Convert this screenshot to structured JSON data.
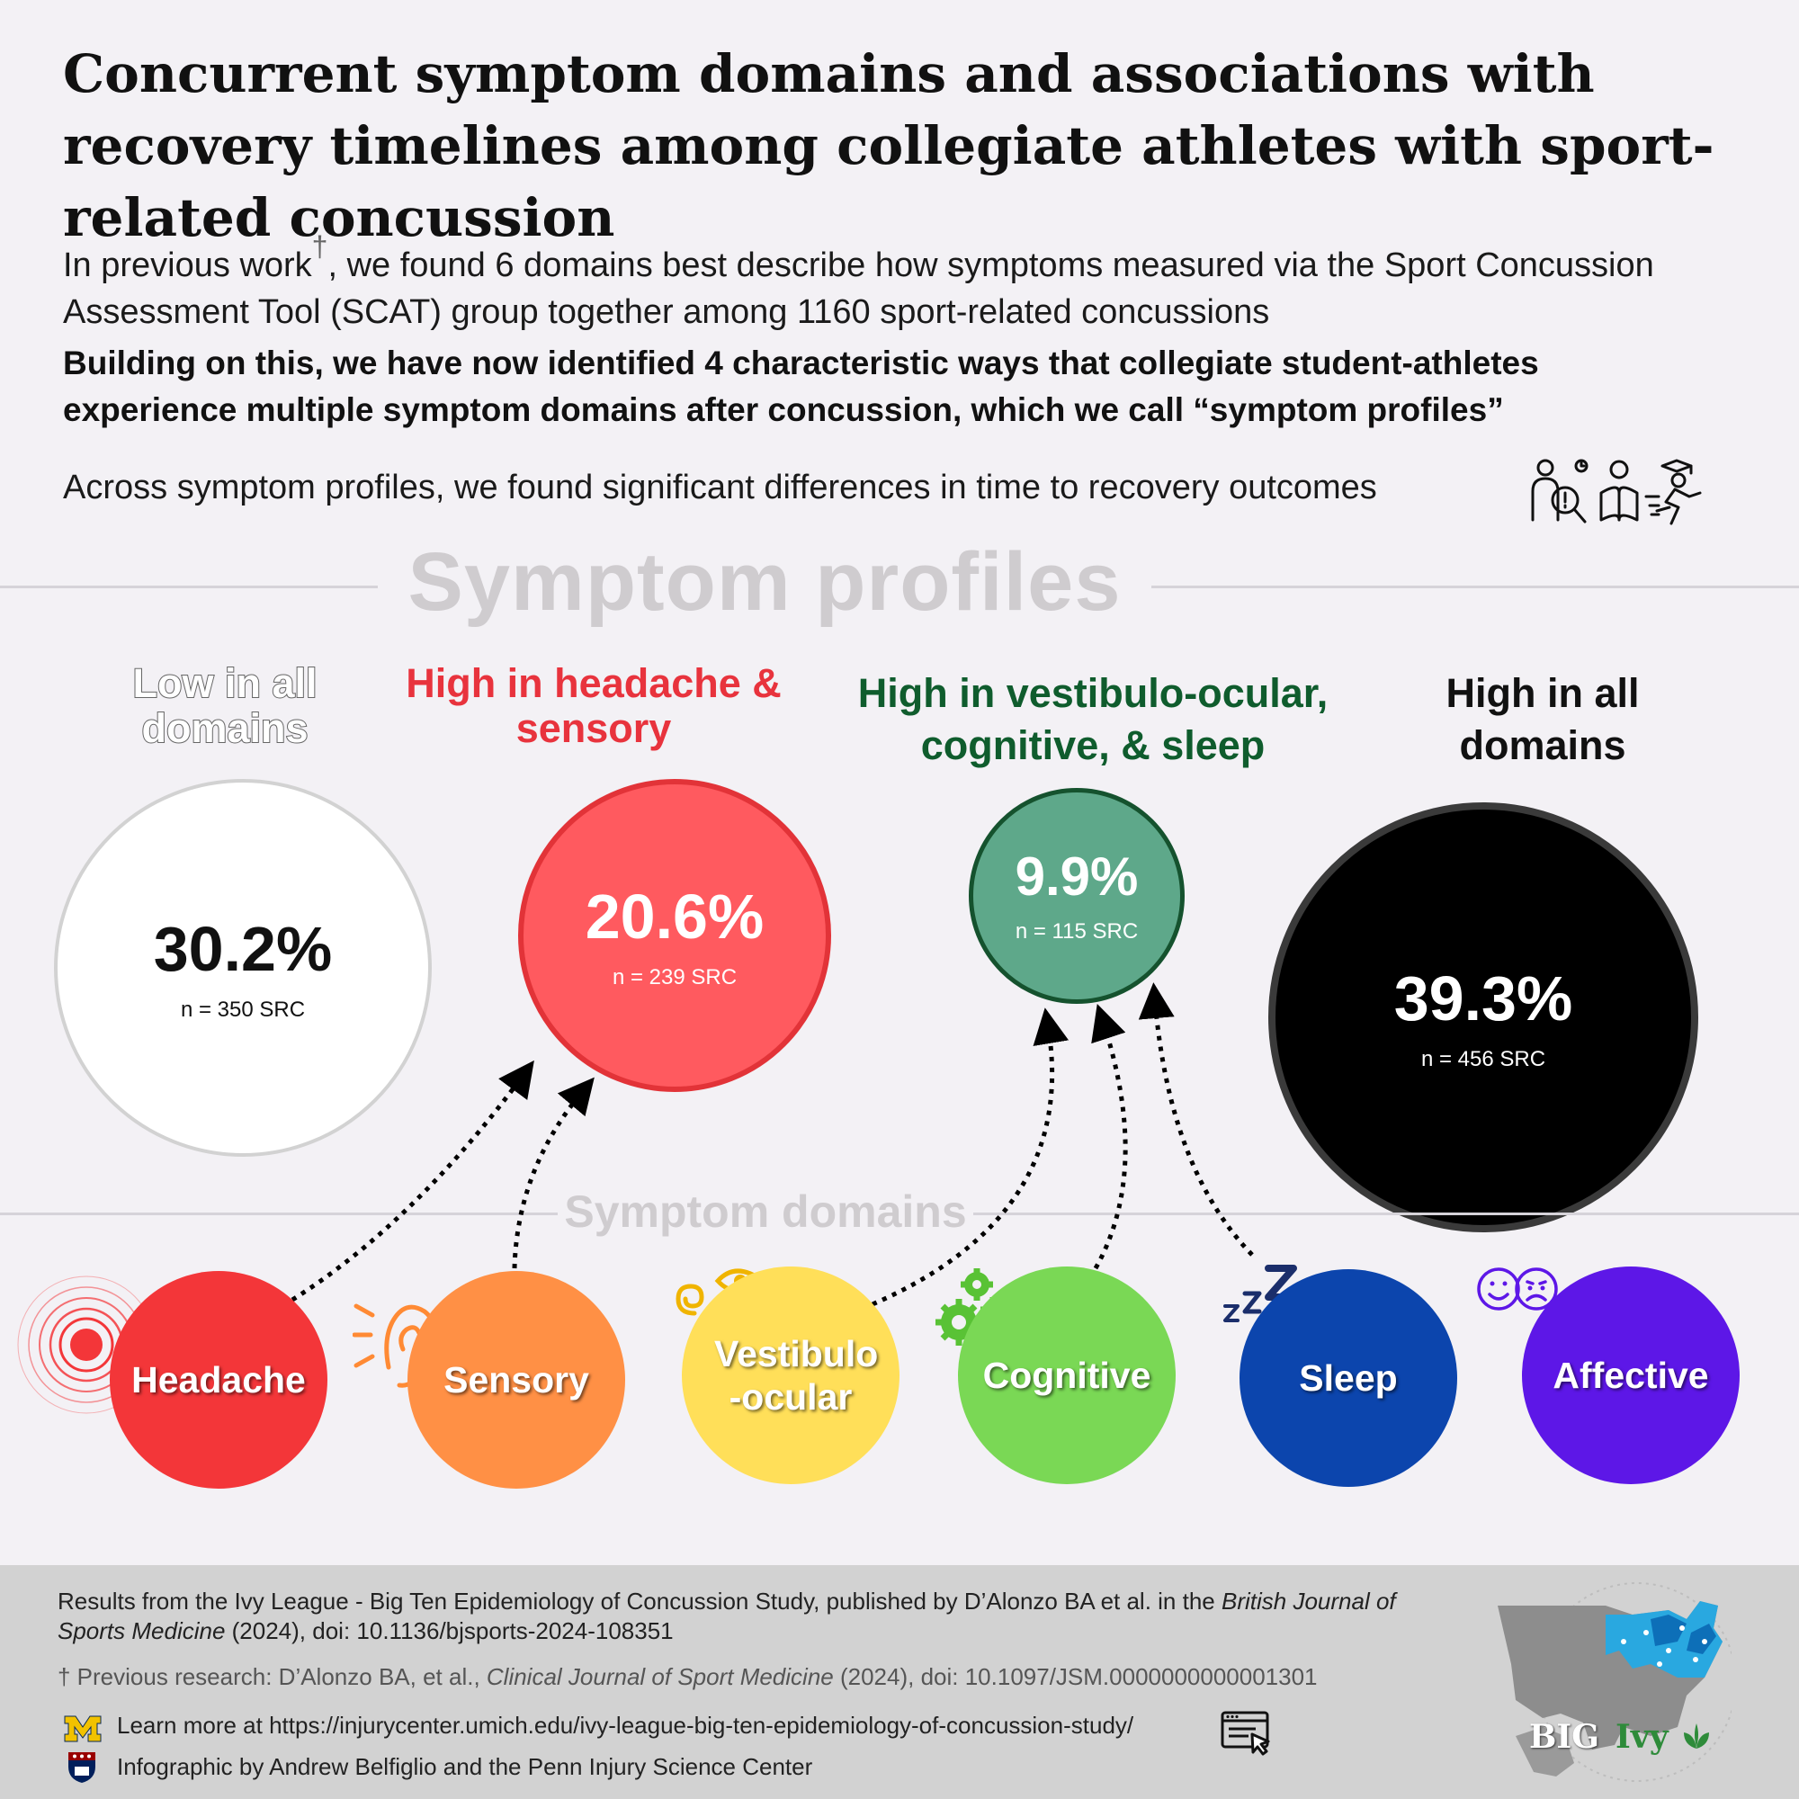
{
  "title": "Concurrent symptom domains and associations with recovery timelines among collegiate athletes with sport-related concussion",
  "intro": {
    "line1_pre": "In previous work",
    "line1_dagger": "†",
    "line1_post": ", we found 6 domains best describe how symptoms measured via the Sport Concussion Assessment Tool (SCAT) group together among 1160 sport-related concussions",
    "line2": "Building on this, we have now identified 4 characteristic ways that collegiate student-athletes experience multiple symptom domains after concussion, which we call “symptom profiles”",
    "line3": "Across symptom profiles, we found significant differences in time to recovery outcomes"
  },
  "profiles_heading": "Symptom profiles",
  "profiles": [
    {
      "label": "Low in all domains",
      "percent": "30.2%",
      "n": "n = 350 SRC",
      "color": "#ffffff"
    },
    {
      "label": "High in headache & sensory",
      "percent": "20.6%",
      "n": "n = 239 SRC",
      "color": "#ff5a5f"
    },
    {
      "label": "High in vestibulo-ocular, cognitive, & sleep",
      "percent": "9.9%",
      "n": "n = 115 SRC",
      "color": "#5ea88a"
    },
    {
      "label": "High in all domains",
      "percent": "39.3%",
      "n": "n = 456 SRC",
      "color": "#000000"
    }
  ],
  "domains_heading": "Symptom domains",
  "domains": [
    {
      "label": "Headache",
      "color": "#f33639",
      "icon": "target-icon"
    },
    {
      "label": "Sensory",
      "color": "#ff9045",
      "icon": "ear-icon"
    },
    {
      "label": "Vestibulo -ocular",
      "color": "#ffdf59",
      "icon": "eye-spiral-icon"
    },
    {
      "label": "Cognitive",
      "color": "#7ad855",
      "icon": "gears-icon"
    },
    {
      "label": "Sleep",
      "color": "#0c45ad",
      "icon": "zzz-icon"
    },
    {
      "label": "Affective",
      "color": "#5d17e7",
      "icon": "faces-icon"
    }
  ],
  "footer": {
    "cite_pre": "Results from the Ivy League - Big Ten Epidemiology of Concussion Study, published by D’Alonzo BA et al. in the ",
    "cite_journal": "British Journal of Sports Medicine",
    "cite_post": " (2024), doi: 10.1136/bjsports-2024-108351",
    "prev_pre": "† Previous research: D’Alonzo BA, et al., ",
    "prev_journal": "Clinical Journal of Sport Medicine",
    "prev_post": " (2024), doi: 10.1097/JSM.0000000000001301",
    "learn": "Learn more at https://injurycenter.umich.edu/ivy-league-big-ten-epidemiology-of-concussion-study/",
    "byline": "Infographic by Andrew Belfiglio and the Penn Injury Science Center",
    "logo_big": "BIG",
    "logo_ivy": "Ivy"
  }
}
